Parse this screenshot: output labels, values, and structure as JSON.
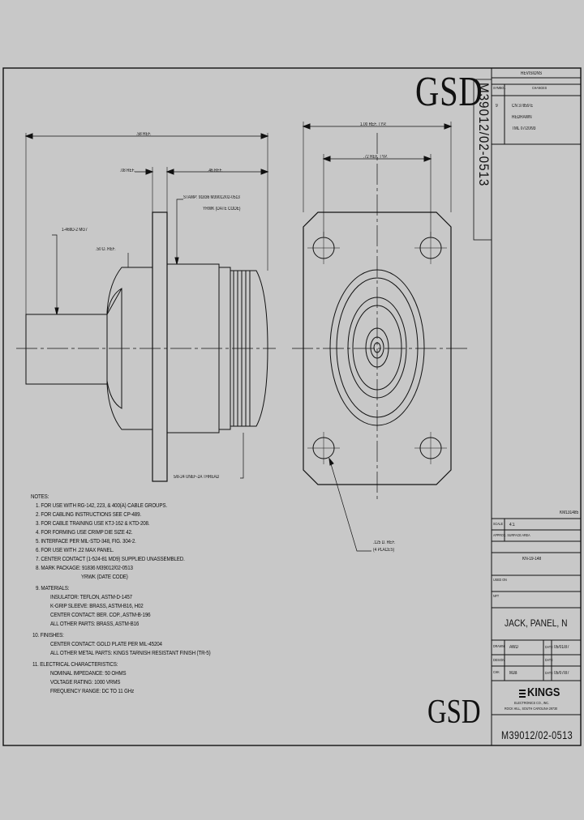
{
  "watermarks": {
    "top": "GSD",
    "bottom": "GSD"
  },
  "vertical_part_number": "M39012/02-0513",
  "dimensions": {
    "overall_length": ".58 REF.",
    "flange_thickness": ".08 REF.",
    "body_length": ".46 REF.",
    "flange_width": "1.00 REF. TYP.",
    "hole_spacing": ".72 REF. TYP.",
    "cable_callout": "1-469D-2 MG7",
    "body_diameter": ".50 D. REF.",
    "stamp": "STAMP: 91836 M39012/02-0513",
    "stamp_date": "YRWK (DATE CODE)",
    "thread": "5/8-24 UNEF-2A THREAD",
    "hole_dia": ".125 D. REF.",
    "hole_count": "(4 PLACES)"
  },
  "notes": [
    "NOTES:",
    "1. FOR USE WITH RG-142, 223, & 400(A) CABLE GROUPS.",
    "2. FOR CABLING INSTRUCTIONS SEE CP-489.",
    "3. FOR CABLE TRAINING USE KTJ-162 & KTD-208.",
    "4. FOR FORMING USE CRIMP DIE SIZE 42.",
    "5. INTERFACE PER MIL-STD-348, FIG. 304-2.",
    "6. FOR USE WITH .22 MAX PANEL.",
    "7. CENTER CONTACT (1-524-81 MD9) SUPPLIED UNASSEMBLED.",
    "8. MARK PACKAGE: 91836 M39012/02-0513",
    "YRWK (DATE CODE)",
    "9. MATERIALS:",
    "INSULATOR: TEFLON, ASTM-D-1457",
    "K-GRIP SLEEVE: BRASS, ASTM-B16, H02",
    "CENTER CONTACT: BER. COP., ASTM-B-196",
    "ALL OTHER PARTS: BRASS, ASTM-B16",
    "10. FINISHES:",
    "CENTER CONTACT: GOLD PLATE PER MIL-45204",
    "ALL OTHER METAL PARTS: KINGS TARNISH RESISTANT FINISH (TR-5)",
    "11. ELECTRICAL CHARACTERISTICS:",
    "NOMINAL IMPEDANCE: 50 OHMS",
    "VOLTAGE RATING: 1000 VRMS",
    "FREQUENCY RANGE: DC TO 11 GHz"
  ],
  "revisions": {
    "heading": "REVISIONS",
    "col_sym": "SYMBOL",
    "col_changes": "CHANGES",
    "sym": "9",
    "line1": "CN 37859 E",
    "line2": "REDRAWN",
    "line3": "TML 07/20/93"
  },
  "title_block": {
    "drawing_code": "KM131485",
    "scale_label": "SCALE",
    "scale": "4:1",
    "approx_label": "APPROX. SURFACE AREA",
    "ref_label": "",
    "ref_value": "KN-19-148",
    "used_on_label": "USED ON",
    "nft_label": "NFT",
    "title": "JACK, PANEL, N",
    "drawn_label": "DRAWN",
    "drawn_by": "AWD",
    "drawn_date_label": "DATE",
    "drawn_date": "05/01/87",
    "design_label": "DESIGN",
    "design_date_label": "DATE",
    "chk_label": "CHK",
    "chk_by": "MJB",
    "chk_date_label": "DATE",
    "chk_date": "05/07/87",
    "company": "KINGS",
    "company_line1": "ELECTRONICS CO., INC.",
    "company_line2": "ROCK HILL, SOUTH CAROLINA 29730",
    "part_number": "M39012/02-0513"
  }
}
